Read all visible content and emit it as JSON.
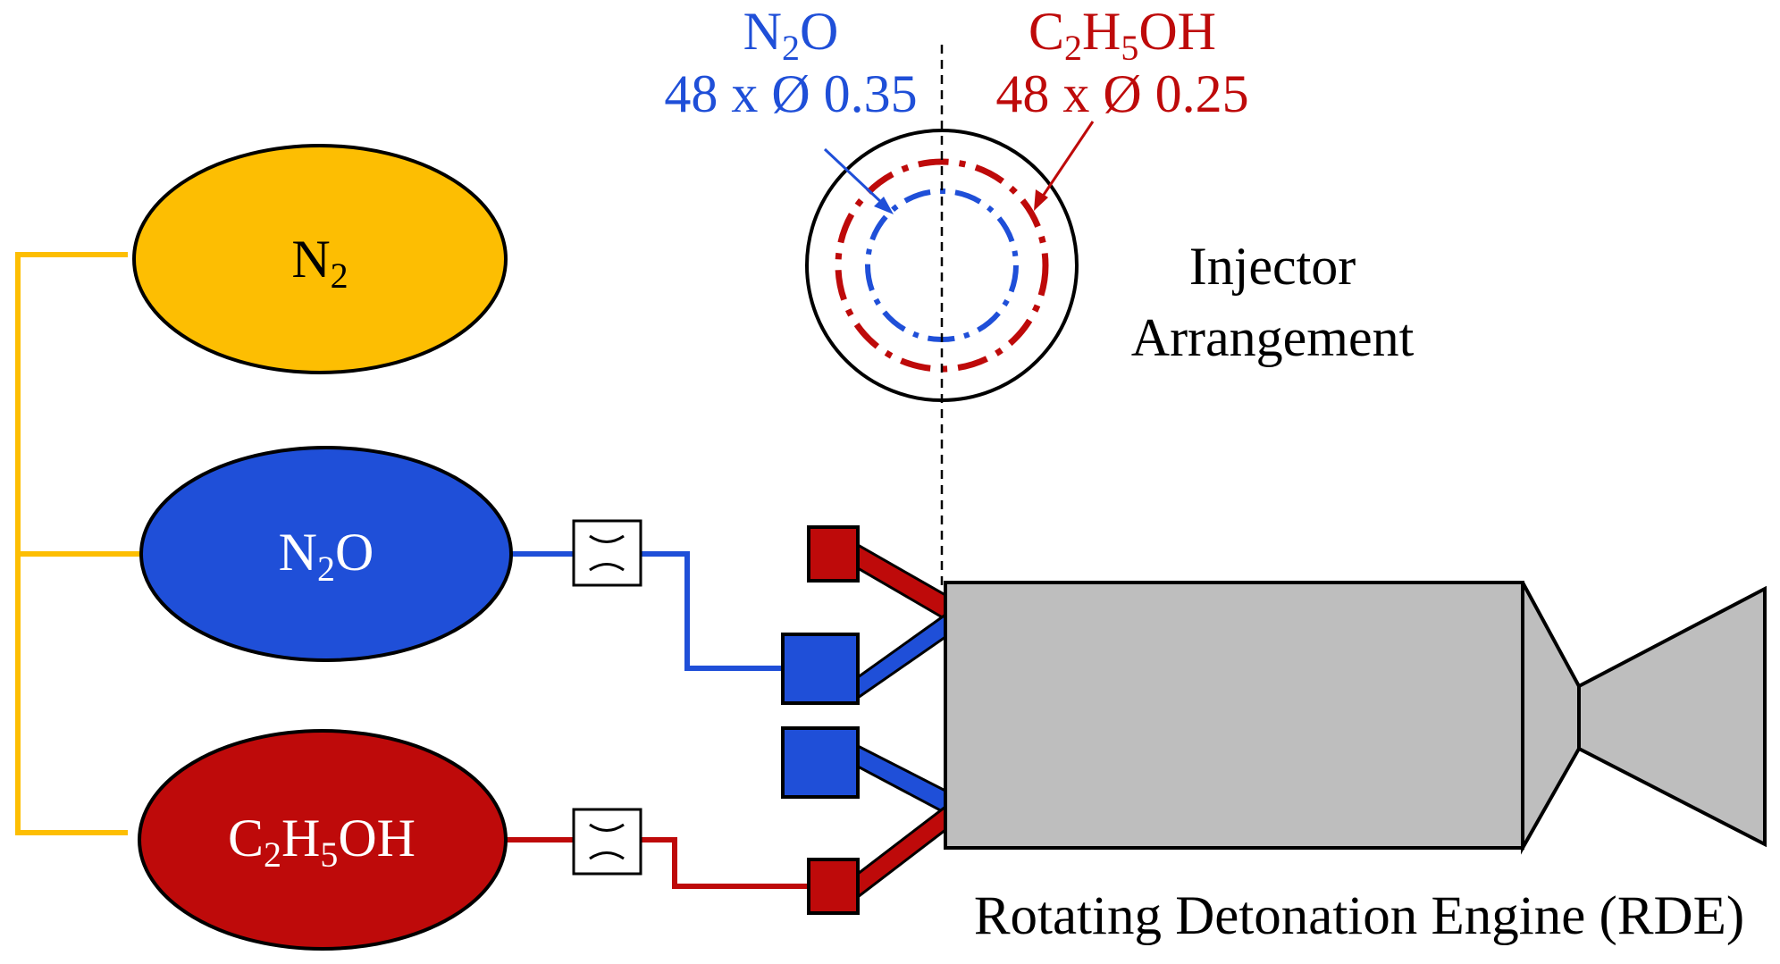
{
  "tanks": {
    "n2": {
      "base": "N",
      "sub": "2"
    },
    "n2o": {
      "base1": "N",
      "sub": "2",
      "base2": "O"
    },
    "ethanol": {
      "p1": "C",
      "s1": "2",
      "p2": "H",
      "s2": "5",
      "p3": "OH"
    }
  },
  "injector": {
    "oxidizer": {
      "p1": "N",
      "s1": "2",
      "p2": "O",
      "spec": "48 x Ø 0.35"
    },
    "fuel": {
      "p1": "C",
      "s1": "2",
      "p2": "H",
      "s2": "5",
      "p3": "OH",
      "spec": "48 x Ø 0.25"
    },
    "caption_line1": "Injector",
    "caption_line2": "Arrangement"
  },
  "engine": {
    "caption": "Rotating Detonation Engine (RDE)"
  },
  "colors": {
    "n2": "#FDBE02",
    "n2o": "#1F4FD8",
    "ethanol": "#BE0A0A",
    "engine": "#BEBEBE",
    "outline": "#000000"
  }
}
